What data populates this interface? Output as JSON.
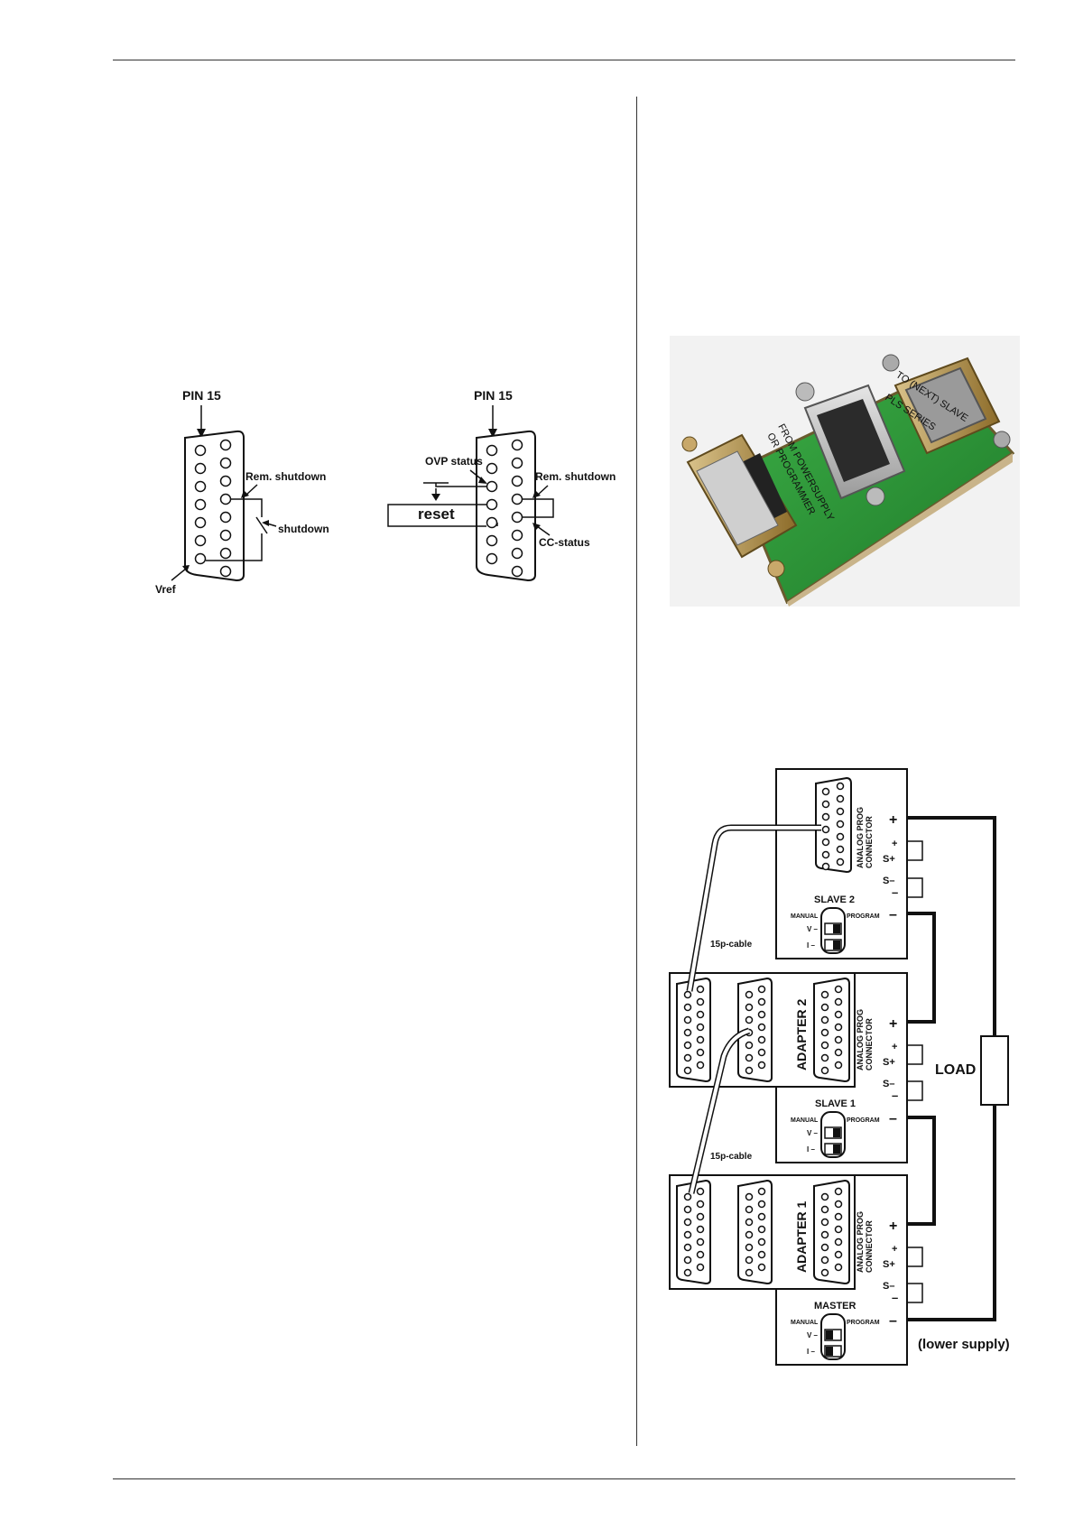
{
  "pin_diagrams": {
    "left": {
      "pin15_label": "PIN 15",
      "rem_shutdown_label": "Rem. shutdown",
      "shutdown_label": "shutdown",
      "vref_label": "Vref"
    },
    "right": {
      "pin15_label": "PIN 15",
      "ovp_status_label": "OVP status",
      "reset_label": "reset",
      "rem_shutdown_label": "Rem. shutdown",
      "cc_status_label": "CC-status"
    }
  },
  "adapter_photo": {
    "board_text_1": "TO (NEXT) SLAVE",
    "board_text_2": "PLS SERIES",
    "board_text_3": "FROM POWERSUPPLY",
    "board_text_4": "OR PROGRAMMER",
    "colors": {
      "pcb": "#2f9a3a",
      "connector_metal": "#b9b9b9",
      "brass": "#b08a3e"
    }
  },
  "wiring_diagram": {
    "slave2": {
      "connector_label_1": "ANALOG PROG",
      "connector_label_2": "CONNECTOR",
      "title": "SLAVE 2",
      "manual_label": "MANUAL",
      "program_label": "PROGRAM",
      "v_label": "V –",
      "i_label": "I –",
      "plus_label": "+",
      "sense_plus_small": "+",
      "s_plus_label": "S+",
      "s_minus_label": "S–",
      "sense_minus_small": "–",
      "minus_label": "–"
    },
    "adapter2": {
      "title": "ADAPTER 2",
      "connector_label_1": "ANALOG PROG",
      "connector_label_2": "CONNECTOR"
    },
    "slave1": {
      "title": "SLAVE 1",
      "manual_label": "MANUAL",
      "program_label": "PROGRAM",
      "v_label": "V –",
      "i_label": "I –",
      "plus_label": "+",
      "sense_plus_small": "+",
      "s_plus_label": "S+",
      "s_minus_label": "S–",
      "sense_minus_small": "–",
      "minus_label": "–"
    },
    "adapter1": {
      "title": "ADAPTER 1",
      "connector_label_1": "ANALOG PROG",
      "connector_label_2": "CONNECTOR"
    },
    "master": {
      "title": "MASTER",
      "manual_label": "MANUAL",
      "program_label": "PROGRAM",
      "v_label": "V –",
      "i_label": "I –",
      "plus_label": "+",
      "sense_plus_small": "+",
      "s_plus_label": "S+",
      "s_minus_label": "S–",
      "sense_minus_small": "–",
      "minus_label": "–"
    },
    "cable_upper_label": "15p-cable",
    "cable_lower_label": "15p-cable",
    "load_label": "LOAD",
    "lower_supply_label": "(lower supply)"
  }
}
